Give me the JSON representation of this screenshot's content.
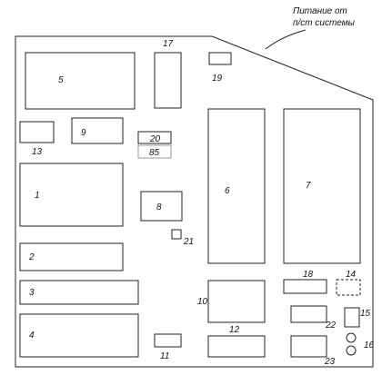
{
  "annotation": {
    "line1": "Питание от",
    "line2": "п/ст системы"
  },
  "components": {
    "c1": "1",
    "c2": "2",
    "c3": "3",
    "c4": "4",
    "c5": "5",
    "c6": "6",
    "c7": "7",
    "c8": "8",
    "c9": "9",
    "c10": "10",
    "c11": "11",
    "c12": "12",
    "c13": "13",
    "c14": "14",
    "c15": "15",
    "c16": "16",
    "c17": "17",
    "c18": "18",
    "c19": "19",
    "c20": "20",
    "c21": "21",
    "c22": "22",
    "c23": "23"
  },
  "sub_label_20": "85"
}
